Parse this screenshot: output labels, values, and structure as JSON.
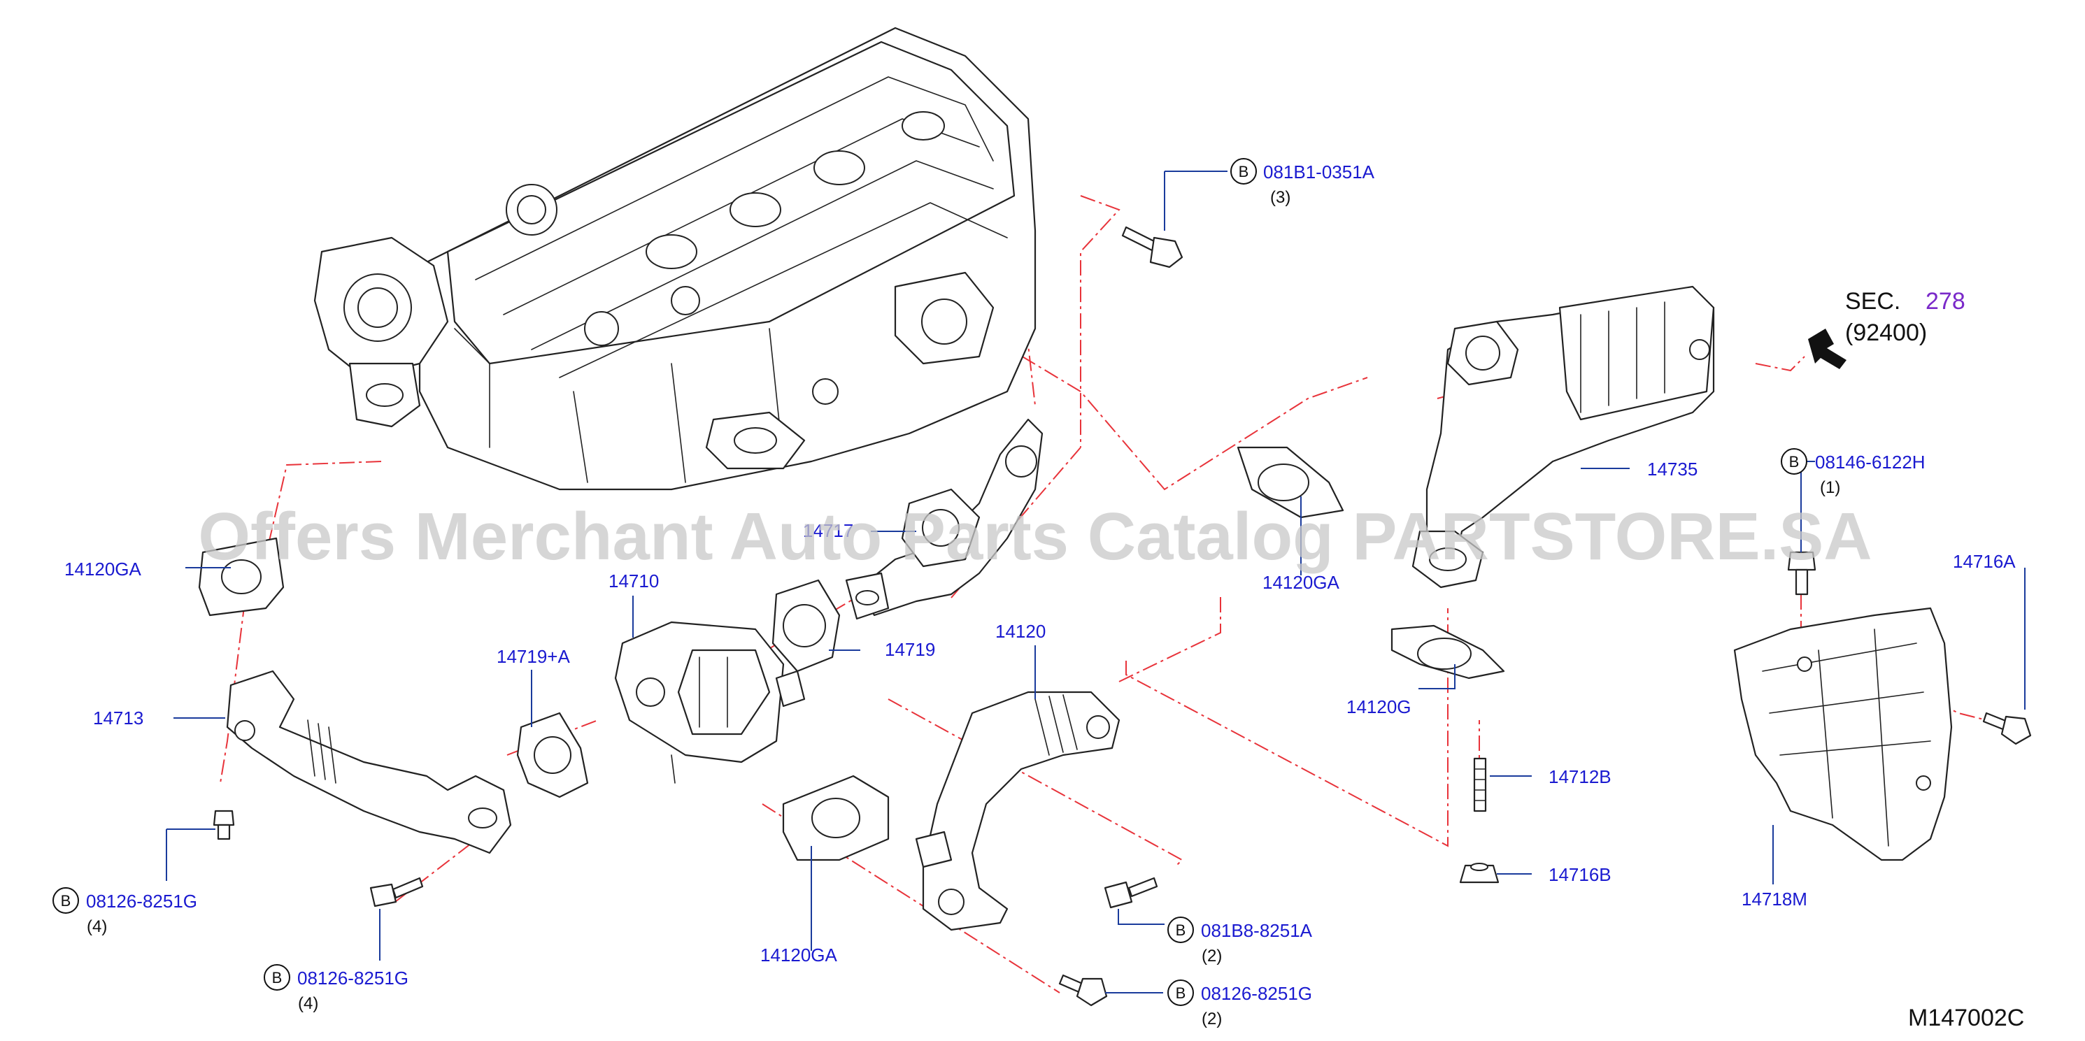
{
  "watermark": "Offers Merchant Auto Parts Catalog PARTSTORE.SA",
  "diagram_code": "M147002C",
  "section_ref": {
    "prefix": "SEC.",
    "number": "278",
    "sub": "(92400)"
  },
  "labels": {
    "p14120GA_a": "14120GA",
    "p14120GA_b": "14120GA",
    "p14120GA_c": "14120GA",
    "p14120G": "14120G",
    "p14713": "14713",
    "p14710": "14710",
    "p14719A": "14719+A",
    "p14719": "14719",
    "p14717": "14717",
    "p14120": "14120",
    "p14735": "14735",
    "p14712B": "14712B",
    "p14716B": "14716B",
    "p14718M": "14718M",
    "p14716A": "14716A"
  },
  "bolts": {
    "b1": {
      "badge": "B",
      "code": "081B1-0351A",
      "qty": "(3)"
    },
    "b2": {
      "badge": "B",
      "code": "08146-6122H",
      "qty": "(1)"
    },
    "b3": {
      "badge": "B",
      "code": "08126-8251G",
      "qty": "(4)"
    },
    "b4": {
      "badge": "B",
      "code": "08126-8251G",
      "qty": "(4)"
    },
    "b5": {
      "badge": "B",
      "code": "081B8-8251A",
      "qty": "(2)"
    },
    "b6": {
      "badge": "B",
      "code": "08126-8251G",
      "qty": "(2)"
    }
  }
}
